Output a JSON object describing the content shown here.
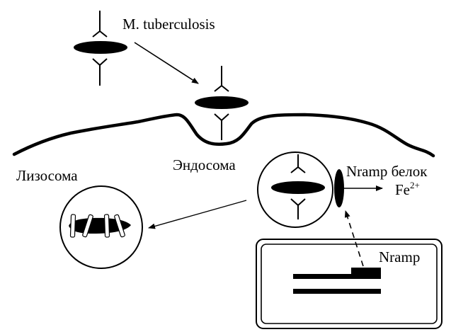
{
  "labels": {
    "bacterium": "M. tuberculosis",
    "endosome": "Эндосома",
    "lysosome": "Лизосома",
    "nramp_protein": "Nramp белок",
    "iron_base": "Fe",
    "iron_charge": "2+",
    "nramp_gene": "Nramp"
  },
  "colors": {
    "ink": "#000000",
    "background": "#ffffff"
  }
}
